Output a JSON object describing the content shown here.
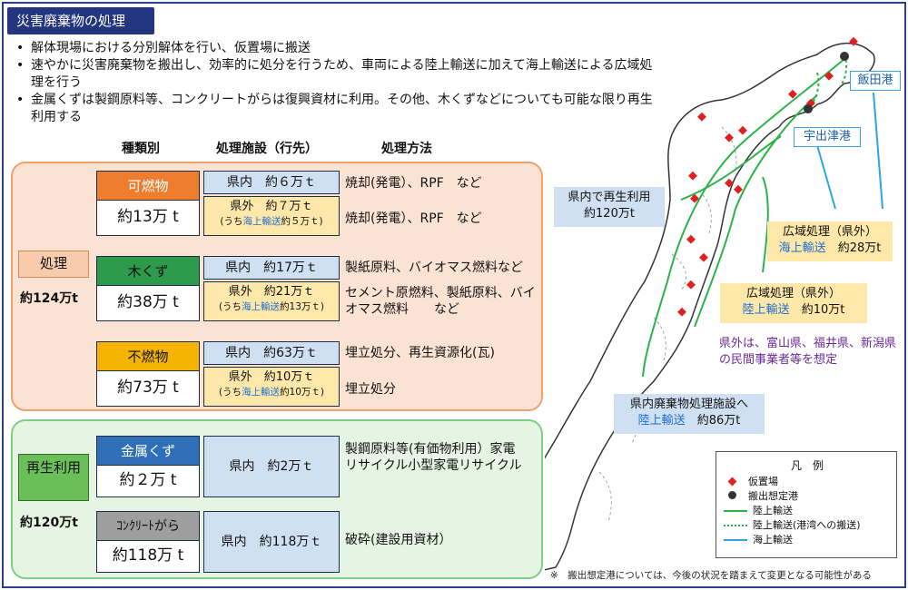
{
  "title": "災害廃棄物の処理",
  "bullets": [
    "解体現場における分別解体を行い、仮置場に搬送",
    "速やかに災害廃棄物を搬出し、効率的に処分を行うため、車両による陸上輸送に加えて海上輸送による広域処理を行う",
    "金属くずは製鋼原料等、コンクリートがらは復興資材に利用。その他、木くずなどについても可能な限り再生利用する"
  ],
  "headers": {
    "type": "種類別",
    "facility": "処理施設（行先）",
    "method": "処理方法"
  },
  "groups": {
    "treatment": {
      "label": "処理",
      "total": "約124万t"
    },
    "recycle": {
      "label": "再生利用",
      "total": "約120万t"
    }
  },
  "categories": [
    {
      "name": "可燃物",
      "amount": "約13万 t",
      "color": "#ef7d2e",
      "text_color": "#ffffff",
      "in": "県内　約６万ｔ",
      "in_method": "焼却(発電）、RPF　など",
      "out_main": "県外　約７万ｔ",
      "out_prefix": "(うち",
      "out_sea": "海上輸送",
      "out_suffix": "約５万ｔ)",
      "out_method": "焼却(発電）、RPF　など"
    },
    {
      "name": "木くず",
      "amount": "約38万 t",
      "color": "#2e9a4b",
      "text_color": "#111111",
      "in": "県内　約17万ｔ",
      "in_method": "製紙原料、バイオマス燃料など",
      "out_main": "県外　約21万ｔ",
      "out_prefix": "(うち",
      "out_sea": "海上輸送",
      "out_suffix": "約13万ｔ)",
      "out_method": "セメント原燃料、製紙原料、バイオマス燃料　　など"
    },
    {
      "name": "不燃物",
      "amount": "約73万 t",
      "color": "#f4b400",
      "text_color": "#111111",
      "in": "県内　約63万ｔ",
      "in_method": "埋立処分、再生資源化(瓦)",
      "out_main": "県外　約10万ｔ",
      "out_prefix": "(うち",
      "out_sea": "海上輸送",
      "out_suffix": "約10万ｔ)",
      "out_method": "埋立処分"
    },
    {
      "name": "金属くず",
      "amount": "約２万 t",
      "color": "#2e6fb8",
      "text_color": "#ffffff",
      "in": "県内　約2万ｔ",
      "in_method": "製鋼原料等(有価物利用）家電リサイクル小型家電リサイクル"
    },
    {
      "name": "ｺﾝｸﾘｰﾄがら",
      "amount": "約118万 t",
      "color": "#9e9e9e",
      "text_color": "#111111",
      "in": "県内　約118万ｔ",
      "in_method": "破砕(建設用資材）"
    }
  ],
  "map": {
    "ports": [
      "飯田港",
      "宇出津港"
    ],
    "boxes": {
      "in_pref_recycle": {
        "line1": "県内で再生利用",
        "line2": "約120万t"
      },
      "wide_sea": {
        "line1": "広域処理（県外）",
        "mode": "海上輸送",
        "amount": "約28万t"
      },
      "wide_land": {
        "line1": "広域処理（県外）",
        "mode": "陸上輸送",
        "amount": "約10万t"
      },
      "in_pref_facility": {
        "line1": "県内廃棄物処理施設へ",
        "mode": "陸上輸送",
        "amount": "約86万t"
      }
    },
    "out_note": "県外は、富山県、福井県、新潟県の民間事業者等を想定"
  },
  "legend": {
    "title": "凡　例",
    "items": [
      "仮置場",
      "搬出想定港",
      "陸上輸送",
      "陸上輸送(港湾への搬送)",
      "海上輸送"
    ]
  },
  "footnote": "※　搬出想定港については、今後の状況を踏まえて変更となる可能性がある",
  "colors": {
    "navy": "#23357e",
    "land": "#2bb34a",
    "sea": "#2aa6e0",
    "red": "#e01f1f"
  }
}
